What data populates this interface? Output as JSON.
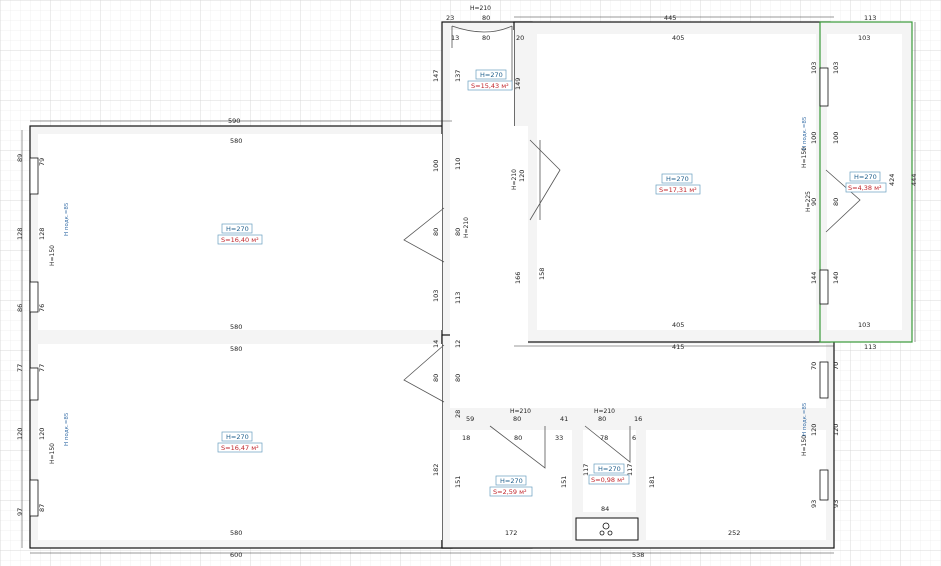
{
  "rooms": [
    {
      "id": "room-left-top",
      "height": "H=270",
      "area": "S=16,40 м²"
    },
    {
      "id": "room-left-bottom",
      "height": "H=270",
      "area": "S=16,47 м²"
    },
    {
      "id": "room-hall",
      "height": "H=270",
      "area": "S=15,43 м²"
    },
    {
      "id": "room-right",
      "height": "H=270",
      "area": "S=17,31 м²"
    },
    {
      "id": "room-balcony",
      "height": "H=270",
      "area": "S=4,38 м²"
    },
    {
      "id": "room-bath",
      "height": "H=270",
      "area": "S=2,59 м²"
    },
    {
      "id": "room-wc",
      "height": "H=270",
      "area": "S=0,98 м²"
    }
  ],
  "labels": {
    "window_left_top_h": "H=150",
    "window_left_top_sill": "H подк.=85",
    "window_left_bottom_h": "H=150",
    "window_left_bottom_sill": "H подк.=85",
    "window_right_h": "H=150",
    "window_right_sill": "H подк.=85",
    "window_right_bottom_h": "H=150",
    "window_right_bottom_sill": "H подк.=85",
    "door_top_h": "H=210",
    "door_mid_h": "H=210",
    "door_left_h": "H=210",
    "door_balcony_h": "H=225",
    "door_bath_h": "H=210",
    "door_wc_h": "H=210"
  },
  "dims": {
    "d23": "23",
    "d80a": "80",
    "d445": "445",
    "d113a": "113",
    "d13": "13",
    "d80b": "80",
    "d20": "20",
    "d405a": "405",
    "d103a": "103",
    "d590": "590",
    "d580a": "580",
    "d580b": "580",
    "d580c": "580",
    "d580d": "580",
    "d600": "600",
    "d538": "538",
    "d415": "415",
    "d405b": "405",
    "d103b": "103",
    "d113b": "113",
    "d172": "172",
    "d252": "252",
    "d84": "84",
    "d59": "59",
    "d80c": "80",
    "d41": "41",
    "d80d": "80",
    "d16": "16",
    "d18": "18",
    "d80e": "80",
    "d33": "33",
    "d78": "78",
    "d6": "6",
    "v89": "89",
    "v79": "79",
    "v128a": "128",
    "v128b": "128",
    "v86": "86",
    "v76": "76",
    "v77a": "77",
    "v77b": "77",
    "v120a": "120",
    "v120b": "120",
    "v97": "97",
    "v87": "87",
    "v147": "147",
    "v137": "137",
    "v100a": "100",
    "v110": "110",
    "v80a": "80",
    "v80b": "80",
    "v103a": "103",
    "v113": "113",
    "v14": "14",
    "v12": "12",
    "v80c": "80",
    "v80d": "80",
    "v28": "28",
    "v182": "182",
    "v151a": "151",
    "v151b": "151",
    "v117a": "117",
    "v117b": "117",
    "v181": "181",
    "v149": "149",
    "v120c": "120",
    "v166": "166",
    "v158": "158",
    "v103b": "103",
    "v100b": "100",
    "v90": "90",
    "v144": "144",
    "v103c": "103",
    "v100c": "100",
    "v80e": "80",
    "v140": "140",
    "v424": "424",
    "v444": "444",
    "v70": "70",
    "v120d": "120",
    "v93": "93",
    "v120e": "120",
    "v70b": "70",
    "v93b": "93"
  }
}
